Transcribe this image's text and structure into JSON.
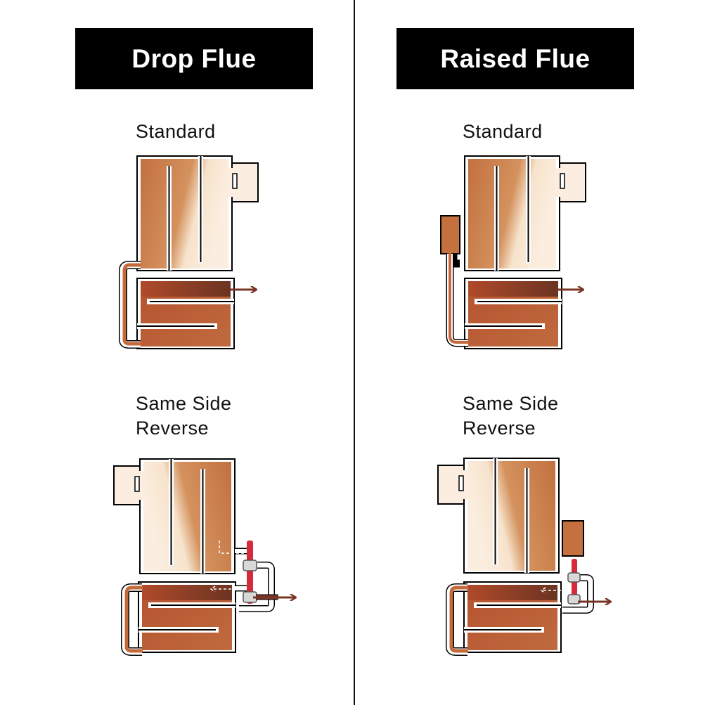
{
  "columns": [
    {
      "title": "Drop Flue",
      "diagrams": [
        {
          "label": "Standard"
        },
        {
          "label_line1": "Same Side",
          "label_line2": "Reverse"
        }
      ]
    },
    {
      "title": "Raised Flue",
      "diagrams": [
        {
          "label": "Standard"
        },
        {
          "label_line1": "Same Side",
          "label_line2": "Reverse"
        }
      ]
    }
  ],
  "colors": {
    "copper": "#c97a4a",
    "light": "#f6dec4",
    "dark": "#a84a2a",
    "brown": "#6b3322",
    "valve_red": "#d42a3a"
  }
}
